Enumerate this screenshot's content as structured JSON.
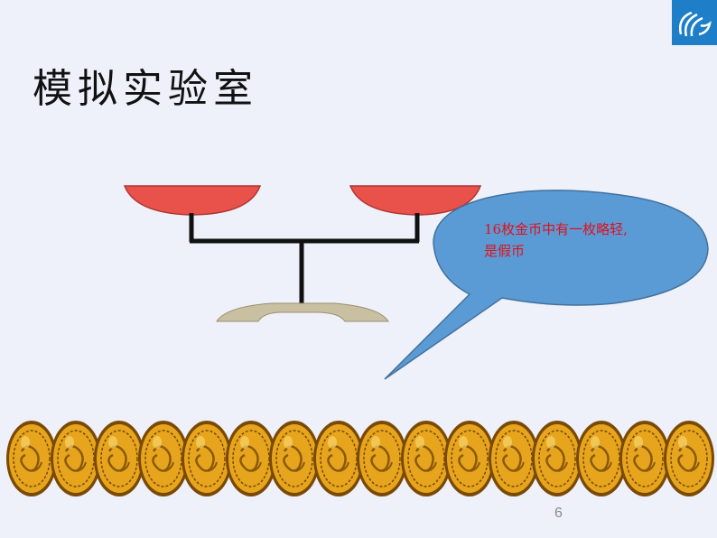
{
  "title": "模拟实验室",
  "bubble": {
    "line1": "16枚金币中有一枚略轻,",
    "line2": "是假币"
  },
  "page_number": "6",
  "coin_count": 16,
  "colors": {
    "background": "#eef0fa",
    "pan": "#e8524a",
    "pan_edge": "#b03530",
    "balance": "#111111",
    "base": "#c9c0a2",
    "bubble_fill": "#5b9bd5",
    "bubble_stroke": "#41719c",
    "bubble_text": "#e0101a",
    "coin_gold": "#e7a51e",
    "coin_dark": "#7a4a05",
    "logo": "#1e7fc8"
  }
}
